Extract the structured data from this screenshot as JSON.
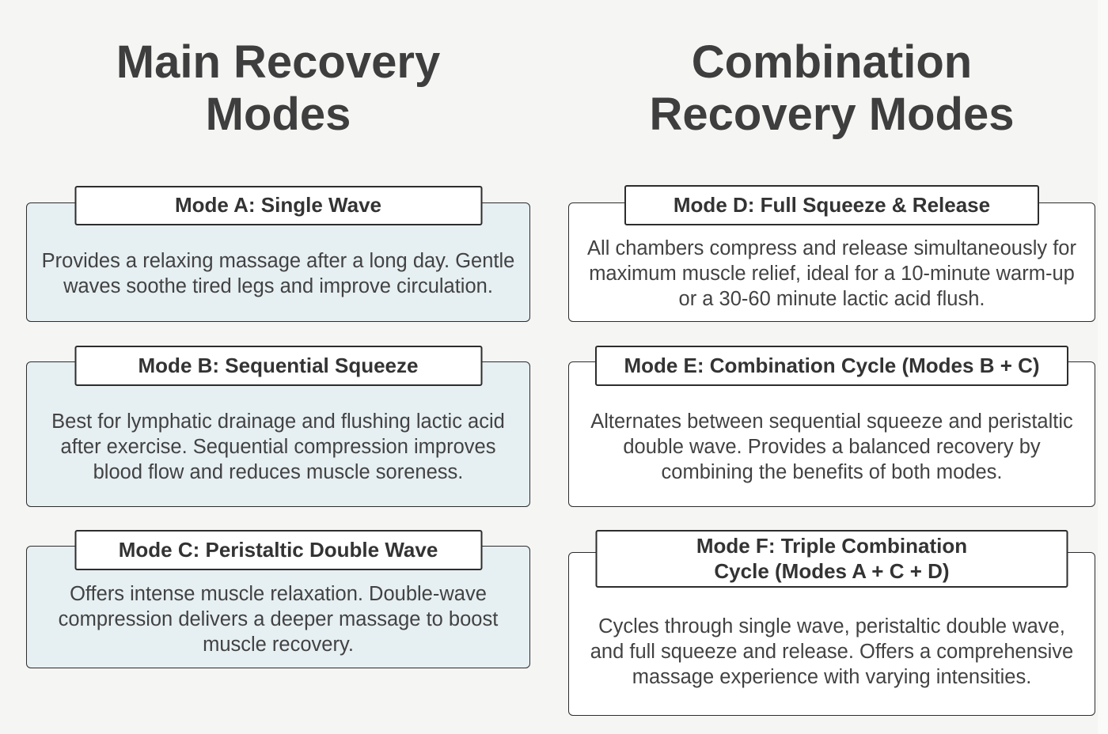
{
  "colors": {
    "page_background": "#f5f5f3",
    "left_card_fill": "#e6eff2",
    "right_card_fill": "#ffffff",
    "border": "#2d2d2d",
    "heading_text": "#3e3e3e",
    "body_text": "#424242"
  },
  "columns": [
    {
      "id": "main-recovery",
      "heading": "Main Recovery\nModes",
      "cards": [
        {
          "id": "mode-a",
          "title": "Mode A: Single Wave",
          "body": "Provides a relaxing massage after a long day. Gentle waves soothe tired legs and improve circulation."
        },
        {
          "id": "mode-b",
          "title": "Mode B: Sequential Squeeze",
          "body": "Best for lymphatic drainage and flushing lactic acid after exercise. Sequential compression improves blood flow and reduces muscle soreness."
        },
        {
          "id": "mode-c",
          "title": "Mode C: Peristaltic Double Wave",
          "body": "Offers intense muscle relaxation. Double-wave compression delivers a deeper massage to boost muscle recovery."
        }
      ]
    },
    {
      "id": "combination-recovery",
      "heading": "Combination\nRecovery Modes",
      "cards": [
        {
          "id": "mode-d",
          "title": "Mode D: Full Squeeze & Release",
          "body": "All chambers compress and release simultaneously for maximum muscle relief, ideal for a 10-minute warm-up or a 30-60 minute lactic acid flush."
        },
        {
          "id": "mode-e",
          "title": "Mode E: Combination Cycle (Modes B + C)",
          "body": "Alternates between sequential squeeze and peristaltic double wave. Provides a balanced recovery by combining the benefits of both modes."
        },
        {
          "id": "mode-f",
          "title": "Mode F: Triple Combination\nCycle (Modes A + C + D)",
          "body": "Cycles through single wave, peristaltic double wave, and full squeeze and release. Offers a comprehensive massage experience with varying intensities."
        }
      ]
    }
  ]
}
